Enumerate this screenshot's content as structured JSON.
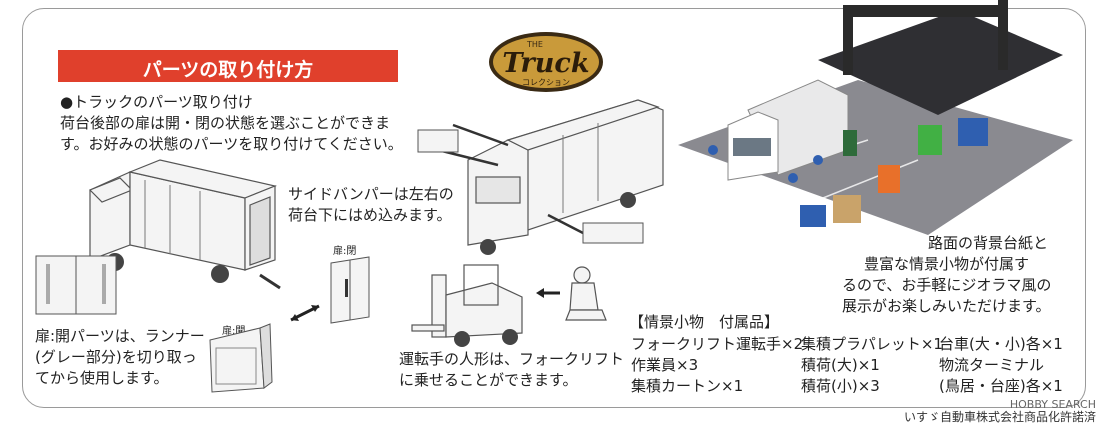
{
  "section_title": "パーツの取り付け方",
  "logo": {
    "the": "THE",
    "main": "Truck",
    "sub": "コレクション"
  },
  "intro": {
    "line1": "●トラックのパーツ取り付け",
    "line2": "荷台後部の扉は開・閉の状態を選ぶことができま",
    "line3": "す。お好みの状態のパーツを取り付けてください。"
  },
  "side_bumper": {
    "line1": "サイドバンパーは左右の",
    "line2": "荷台下にはめ込みます。"
  },
  "door_labels": {
    "closed": "扉:閉",
    "open": "扉:開"
  },
  "open_parts_note": {
    "line1": "扉:開パーツは、ランナー",
    "line2": "(グレー部分)を切り取っ",
    "line3": "てから使用します。"
  },
  "driver_note": {
    "line1": "運転手の人形は、フォークリフト",
    "line2": "に乗せることができます。"
  },
  "diorama_note": {
    "line1": "路面の背景台紙と",
    "line2": "豊富な情景小物が付属す",
    "line3": "るので、お手軽にジオラマ風の",
    "line4": "展示がお楽しみいただけます。"
  },
  "accessories": {
    "header": "【情景小物　付属品】",
    "col1": [
      "フォークリフト運転手×2",
      "作業員×3",
      "集積カートン×1"
    ],
    "col2": [
      "集積プラパレット×1",
      "積荷(大)×1",
      "積荷(小)×3"
    ],
    "col3": [
      "台車(大・小)各×1",
      "物流ターミナル",
      "(鳥居・台座)各×1"
    ]
  },
  "license": "いすゞ自動車株式会社商品化許諾済",
  "credit": "HOBBY SEARCH",
  "colors": {
    "banner": "#e0402c",
    "logo_gold": "#b88a2e",
    "logo_dark": "#3a2a14"
  }
}
